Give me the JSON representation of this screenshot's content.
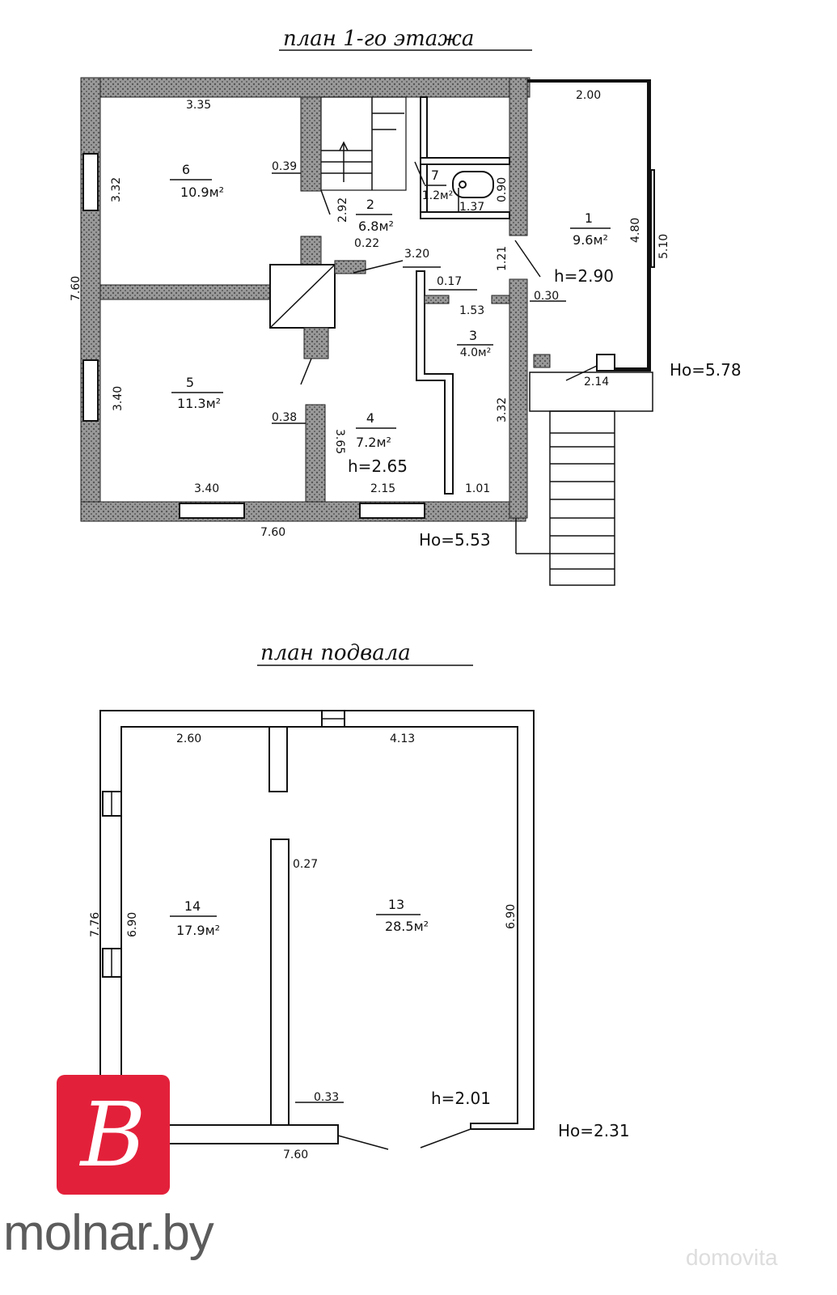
{
  "titles": {
    "floor": "план 1-го этажа",
    "basement": "план подвала"
  },
  "floor": {
    "rooms": {
      "r6": {
        "num": "6",
        "area": "10.9м²"
      },
      "r2": {
        "num": "2",
        "area": "6.8м²"
      },
      "r7": {
        "num": "7",
        "area": "1.2м²"
      },
      "r1": {
        "num": "1",
        "area": "9.6м²"
      },
      "r3": {
        "num": "3",
        "area": "4.0м²"
      },
      "r5": {
        "num": "5",
        "area": "11.3м²"
      },
      "r4": {
        "num": "4",
        "area": "7.2м²"
      }
    },
    "dims": {
      "d335": "3.35",
      "d332": "3.32",
      "d039": "0.39",
      "d292": "2.92",
      "d090": "0.90",
      "d137": "1.37",
      "d200": "2.00",
      "d480": "4.80",
      "d510": "5.10",
      "d022": "0.22",
      "d320": "3.20",
      "d121": "1.21",
      "d760v": "7.60",
      "d017": "0.17",
      "d153": "1.53",
      "d030": "0.30",
      "d214": "2.14",
      "d340v": "3.40",
      "d038": "0.38",
      "d365": "3.65",
      "d332b": "3.32",
      "d340": "3.40",
      "d215": "2.15",
      "d101": "1.01",
      "d760": "7.60"
    },
    "heights": {
      "h1": "h=2.90",
      "h2": "h=2.65"
    },
    "marks": {
      "ho1": "Ho=5.78",
      "ho2": "Ho=5.53"
    }
  },
  "basement": {
    "rooms": {
      "r14": {
        "num": "14",
        "area": "17.9м²"
      },
      "r13": {
        "num": "13",
        "area": "28.5м²"
      }
    },
    "dims": {
      "d260": "2.60",
      "d413": "4.13",
      "d027": "0.27",
      "d776": "7.76",
      "d690l": "6.90",
      "d690r": "6.90",
      "d033": "0.33",
      "d760": "7.60"
    },
    "heights": {
      "h": "h=2.01"
    },
    "marks": {
      "ho": "Ho=2.31"
    }
  },
  "branding": {
    "site": "molnar.by",
    "logo_letter": "B",
    "watermark": "domovita",
    "brand_color": "#e3203a"
  }
}
